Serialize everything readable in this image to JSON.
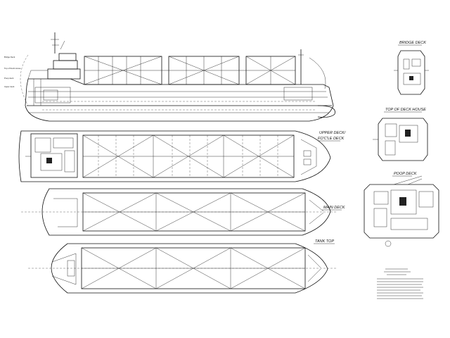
{
  "labels": {
    "bridge_deck": "BRIDGE DECK",
    "top_of_deck_house": "TOP OF DECK HOUSE",
    "upper_deck_line1": "UPPER DECK/",
    "upper_deck_line2": "FO'C'LE DECK",
    "poop_deck": "POOP DECK",
    "main_deck": "MAIN DECK",
    "tank_top": "TANK TOP"
  },
  "profile_labels": {
    "l1": "Bridge Deck",
    "l2": "Top of Deck House",
    "l3": "Poop deck",
    "l4": "Upper deck"
  }
}
